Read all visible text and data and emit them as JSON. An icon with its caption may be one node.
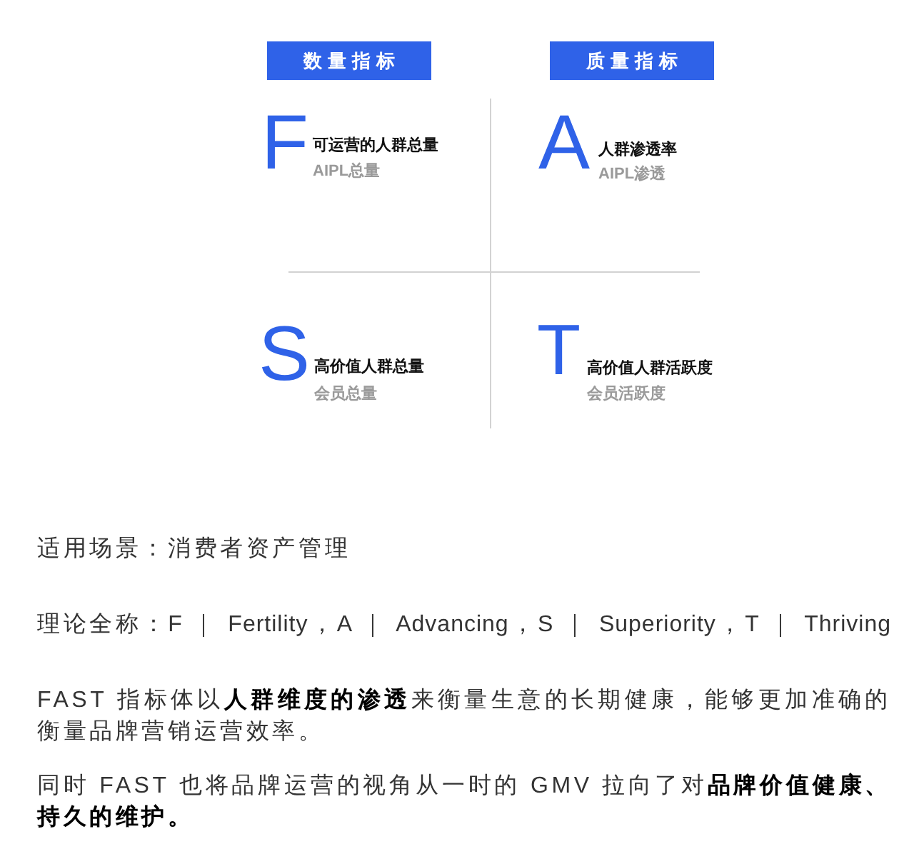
{
  "diagram": {
    "nodes": [
      {
        "text": [
          "数量指标"
        ]
      },
      {
        "text": [
          "质量指标"
        ]
      }
    ],
    "labels": [
      "F",
      "可运营的人群总量",
      "AIPL总量",
      "A",
      "人群渗透率",
      "AIPL渗透",
      "S",
      "高价值人群总量",
      "会员总量",
      "T",
      "高价值人群活跃度",
      "会员活跃度",
      "适用场景：消费者资产管理",
      "理论全称：F ｜ Fertility，A ｜ Advancing，S ｜ Superiority，T ｜ Thriving",
      "FAST 指标体以**人群维度的渗透**来衡量生意的长期健康，能够更加准确的衡量品牌营销运营效率。",
      "同时 FAST 也将品牌运营的视角从一时的 GMV 拉向了对**品牌价值健康、持久的维护。**"
    ]
  }
}
